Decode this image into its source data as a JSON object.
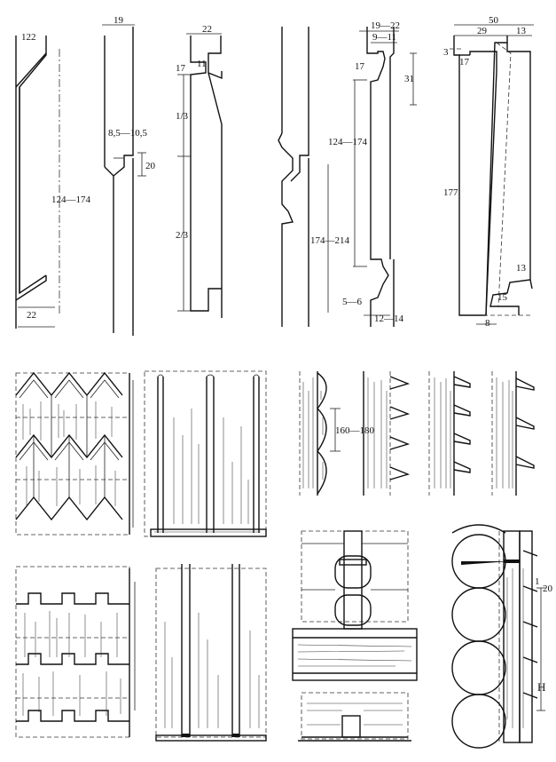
{
  "profile_a": {
    "d1": "122",
    "d2": "124—174",
    "d3": "22"
  },
  "profile_b": {
    "d1": "19",
    "d2": "8,5—10,5",
    "d3": "20"
  },
  "profile_c": {
    "d1": "22",
    "d2": "17",
    "d3": "11",
    "d4": "1/3",
    "d5": "2/3"
  },
  "profile_d": {
    "d1": "19—22",
    "d2": "9—11",
    "d3": "17",
    "d4": "31",
    "d5": "124—174",
    "d6": "174—214",
    "d7": "5—6",
    "d8": "12—14"
  },
  "profile_e": {
    "d1": "50",
    "d2": "29",
    "d3": "13",
    "d4": "3",
    "d5": "17",
    "d6": "177",
    "d7": "13",
    "d8": "15",
    "d9": "8"
  },
  "scallop_siding": {
    "d1": "160—180"
  },
  "log_wall": {
    "d1": "1",
    "d2": "20",
    "d3": "H"
  }
}
